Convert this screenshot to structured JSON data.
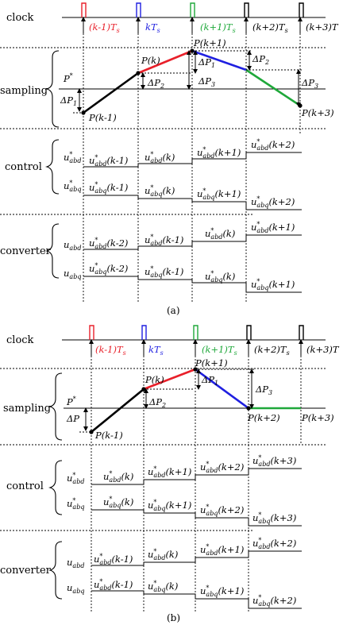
{
  "colors": {
    "red": "#e8202a",
    "blue": "#1f1fe0",
    "green": "#1fa83a",
    "black": "#000000"
  },
  "panel_a": {
    "caption": "(a)",
    "row_labels": {
      "clock": "clock",
      "sampling": "sampling",
      "control": "control",
      "converter": "converter"
    },
    "clock_labels": [
      {
        "pre": "(k-1)",
        "t": "T",
        "s": "s",
        "color": "#e8202a"
      },
      {
        "pre": "k",
        "t": "T",
        "s": "s",
        "color": "#1f1fe0"
      },
      {
        "pre": "(k+1)",
        "t": "T",
        "s": "s",
        "color": "#1fa83a"
      },
      {
        "pre": "(k+2)",
        "t": "T",
        "s": "s",
        "color": "#000000"
      },
      {
        "pre": "(k+3)",
        "t": "T",
        "s": "",
        "color": "#000000"
      }
    ],
    "pstar": {
      "main": "P",
      "sup": "*",
      "delta": "ΔP",
      "dsub": "1"
    },
    "points": [
      "P(k-1)",
      "P(k)",
      "P(k+1)",
      "P(k+3)"
    ],
    "deltas": [
      {
        "d": "ΔP",
        "s": "1"
      },
      {
        "d": "ΔP",
        "s": "2"
      },
      {
        "d": "ΔP",
        "s": "3"
      },
      {
        "d": "ΔP",
        "s": "2"
      },
      {
        "d": "ΔP",
        "s": "3"
      }
    ],
    "control_left": [
      {
        "u": "u",
        "sup": "*",
        "sub": "abd"
      },
      {
        "u": "u",
        "sup": "*",
        "sub": "abq"
      }
    ],
    "control_d": [
      "(k-1)",
      "(k)",
      "(k+1)",
      "(k+2)"
    ],
    "control_q": [
      "(k-1)",
      "(k)",
      "(k+1)",
      "(k+2)"
    ],
    "converter_left": [
      {
        "u": "u",
        "sub": "abd"
      },
      {
        "u": "u",
        "sub": "abq"
      }
    ],
    "converter_d": [
      "(k-2)",
      "(k-1)",
      "(k)",
      "(k+1)"
    ],
    "converter_q": [
      "(k-2)",
      "(k-1)",
      "(k)",
      "(k+1)"
    ]
  },
  "panel_b": {
    "caption": "(b)",
    "row_labels": {
      "clock": "clock",
      "sampling": "sampling",
      "control": "control",
      "converter": "converter"
    },
    "clock_labels": [
      {
        "pre": "(k-1)",
        "t": "T",
        "s": "s",
        "color": "#e8202a"
      },
      {
        "pre": "k",
        "t": "T",
        "s": "s",
        "color": "#1f1fe0"
      },
      {
        "pre": "(k+1)",
        "t": "T",
        "s": "s",
        "color": "#1fa83a"
      },
      {
        "pre": "(k+2)",
        "t": "T",
        "s": "s",
        "color": "#000000"
      },
      {
        "pre": "(k+3)",
        "t": "T",
        "s": "",
        "color": "#000000"
      }
    ],
    "pstar": {
      "main": "P",
      "sup": "*",
      "delta": "ΔP"
    },
    "points": [
      "P(k-1)",
      "P(k)",
      "P(k+1)",
      "P(k+2)",
      "P(k+3)"
    ],
    "deltas": [
      {
        "d": "ΔP",
        "s": "2"
      },
      {
        "d": "ΔP",
        "s": "1"
      },
      {
        "d": "ΔP",
        "s": "3"
      }
    ],
    "control_left": [
      {
        "u": "u",
        "sup": "*",
        "sub": "abd"
      },
      {
        "u": "u",
        "sup": "*",
        "sub": "abq"
      }
    ],
    "control_d": [
      "(k)",
      "(k+1)",
      "(k+2)",
      "(k+3)"
    ],
    "control_q": [
      "(k)",
      "(k+1)",
      "(k+2)",
      "(k+3)"
    ],
    "converter_left": [
      {
        "u": "u",
        "sub": "abd"
      },
      {
        "u": "u",
        "sub": "abq"
      }
    ],
    "converter_d": [
      "(k-1)",
      "(k)",
      "(k+1)",
      "(k+2)"
    ],
    "converter_q": [
      "(k-1)",
      "(k)",
      "(k+1)",
      "(k+2)"
    ]
  }
}
